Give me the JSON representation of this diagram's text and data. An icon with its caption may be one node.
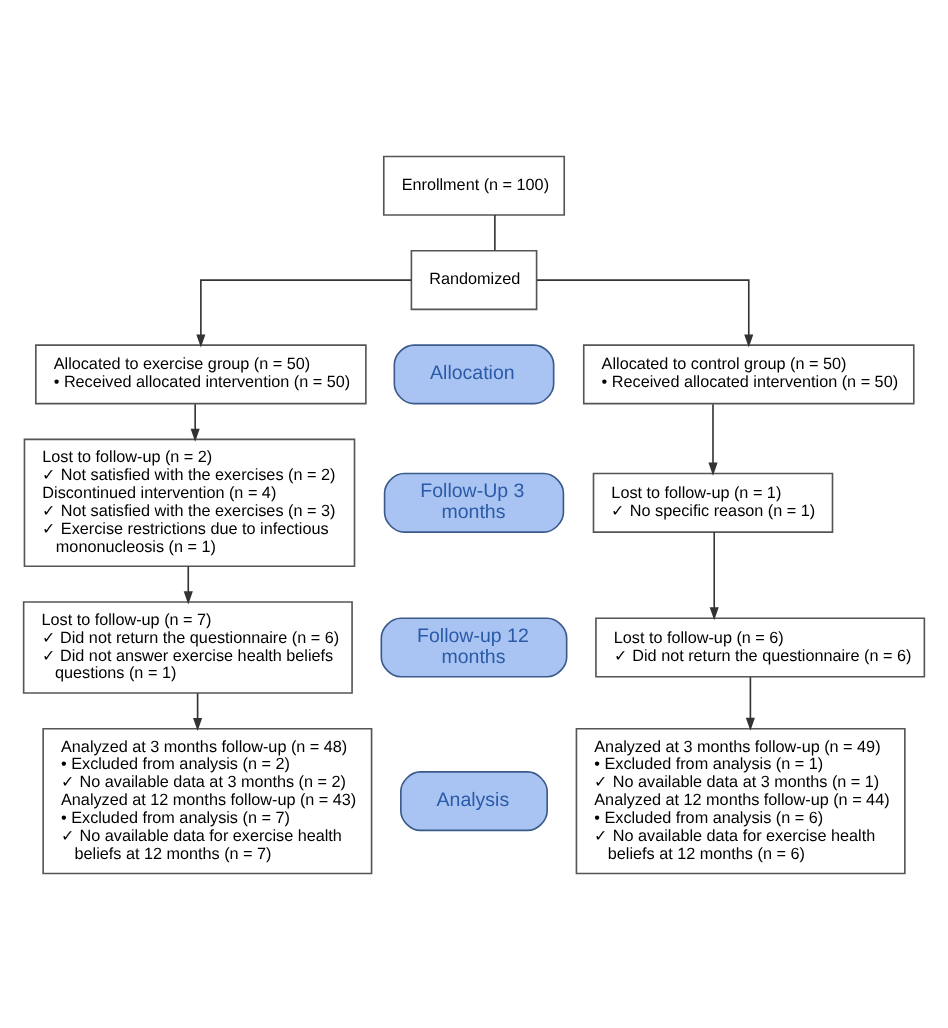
{
  "diagram": {
    "nodes": [
      {
        "text": [
          "Enrollment (n = 100)"
        ]
      },
      {
        "text": [
          "Randomized"
        ]
      },
      {
        "text": [
          "Allocation"
        ]
      },
      {
        "text": [
          "Allocated to exercise group (n = 50)",
          "• Received allocated intervention (n = 50)"
        ]
      },
      {
        "text": [
          "Allocated to control group (n = 50)",
          "• Received allocated intervention (n = 50)"
        ]
      },
      {
        "text": [
          "Follow-Up 3 months"
        ]
      },
      {
        "text": [
          "Lost to follow-up (n = 2)",
          "✓ Not satisfied with the exercises (n = 2)",
          "Discontinued intervention (n = 4)",
          "✓ Not satisfied with the exercises (n = 3)",
          "✓ Exercise restrictions due to infectious mononucleosis (n = 1)"
        ]
      },
      {
        "text": [
          "Lost to follow-up (n = 1)",
          "✓ No specific reason (n = 1)"
        ]
      },
      {
        "text": [
          "Follow-up 12 months"
        ]
      },
      {
        "text": [
          "Lost to follow-up (n = 7)",
          "✓ Did not return the questionnaire (n = 6)",
          "✓ Did not answer exercise health beliefs questions (n = 1)"
        ]
      },
      {
        "text": [
          "Lost to follow-up (n = 6)",
          "✓ Did not return the questionnaire (n = 6)"
        ]
      },
      {
        "text": [
          "Analysis"
        ]
      },
      {
        "text": [
          "Analyzed at 3 months follow-up (n = 48)",
          "• Excluded from analysis (n = 2)",
          "✓ No available data at 3 months (n = 2)",
          "Analyzed at 12 months follow-up (n = 43)",
          "• Excluded from analysis (n = 7)",
          "✓ No available data for exercise health beliefs at 12 months (n = 7)"
        ]
      },
      {
        "text": [
          "Analyzed at 3 months follow-up (n = 49)",
          "• Excluded from analysis (n = 1)",
          "✓ No available data at 3 months (n = 1)",
          "Analyzed at 12 months follow-up (n = 44)",
          "• Excluded from analysis (n = 6)",
          "✓ No available data for exercise health beliefs at 12 months (n = 6)"
        ]
      }
    ],
    "edges": [
      {
        "from": 0,
        "to": 1,
        "arrow": "none"
      },
      {
        "from": 1,
        "to": 3,
        "arrow": "to"
      },
      {
        "from": 1,
        "to": 4,
        "arrow": "to"
      },
      {
        "from": 3,
        "to": 6,
        "arrow": "to"
      },
      {
        "from": 4,
        "to": 7,
        "arrow": "to"
      },
      {
        "from": 6,
        "to": 9,
        "arrow": "to"
      },
      {
        "from": 7,
        "to": 10,
        "arrow": "to"
      },
      {
        "from": 9,
        "to": 12,
        "arrow": "to"
      },
      {
        "from": 10,
        "to": 13,
        "arrow": "to"
      }
    ]
  }
}
